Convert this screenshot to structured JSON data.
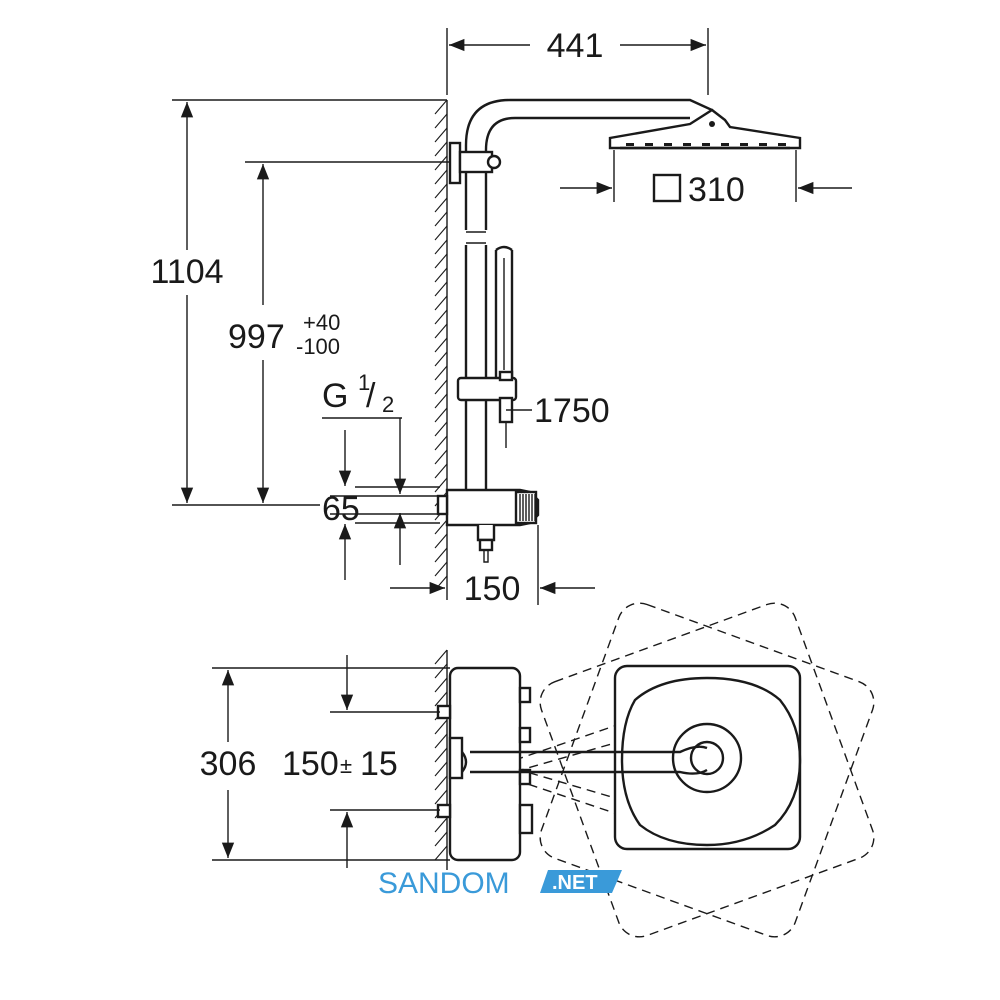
{
  "dimensions": {
    "width_441": "441",
    "head_size": "310",
    "height_1104": "1104",
    "height_997": "997",
    "tol_plus": "+40",
    "tol_minus": "-100",
    "thread_g": "G",
    "thread_num": "1",
    "thread_slash": "/",
    "thread_den": "2",
    "hose_1750": "1750",
    "spacing_65": "65",
    "width_150": "150",
    "depth_306": "306",
    "offset_150": "150",
    "offset_pm": "±",
    "offset_tol": "15"
  },
  "watermark": {
    "name": "SANDOM",
    "domain": ".NET",
    "color": "#3a9ad9"
  }
}
